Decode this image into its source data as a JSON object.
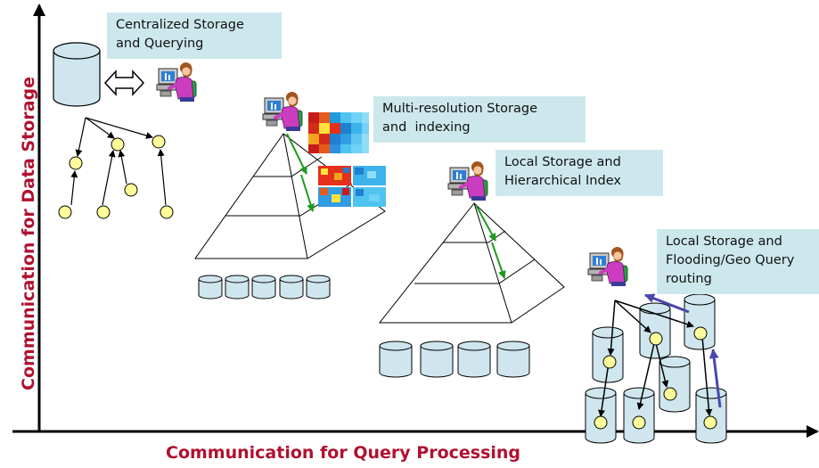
{
  "axes": {
    "y_label": "Communication for Data Storage",
    "x_label": "Communication for Query Processing"
  },
  "callouts": {
    "centralized": [
      "Centralized Storage",
      "and Querying"
    ],
    "multires": [
      "Multi-resolution Storage",
      "and  indexing"
    ],
    "local_hier": [
      "Local Storage and",
      "Hierarchical Index"
    ],
    "flooding": [
      "Local Storage and",
      "Flooding/Geo Query",
      "routing"
    ]
  },
  "colors": {
    "axis_label": "#b0112f",
    "callout_bg": "#cde8ec",
    "node_fill": "#fdfd9a",
    "storage_fill": "#cfe6ee",
    "green_arrow": "#1f9a1f",
    "blue_arrow": "#4a46b0"
  },
  "icons": [
    "database-icon",
    "double-arrow-icon",
    "user-at-computer-icon",
    "heatmap-icon"
  ]
}
